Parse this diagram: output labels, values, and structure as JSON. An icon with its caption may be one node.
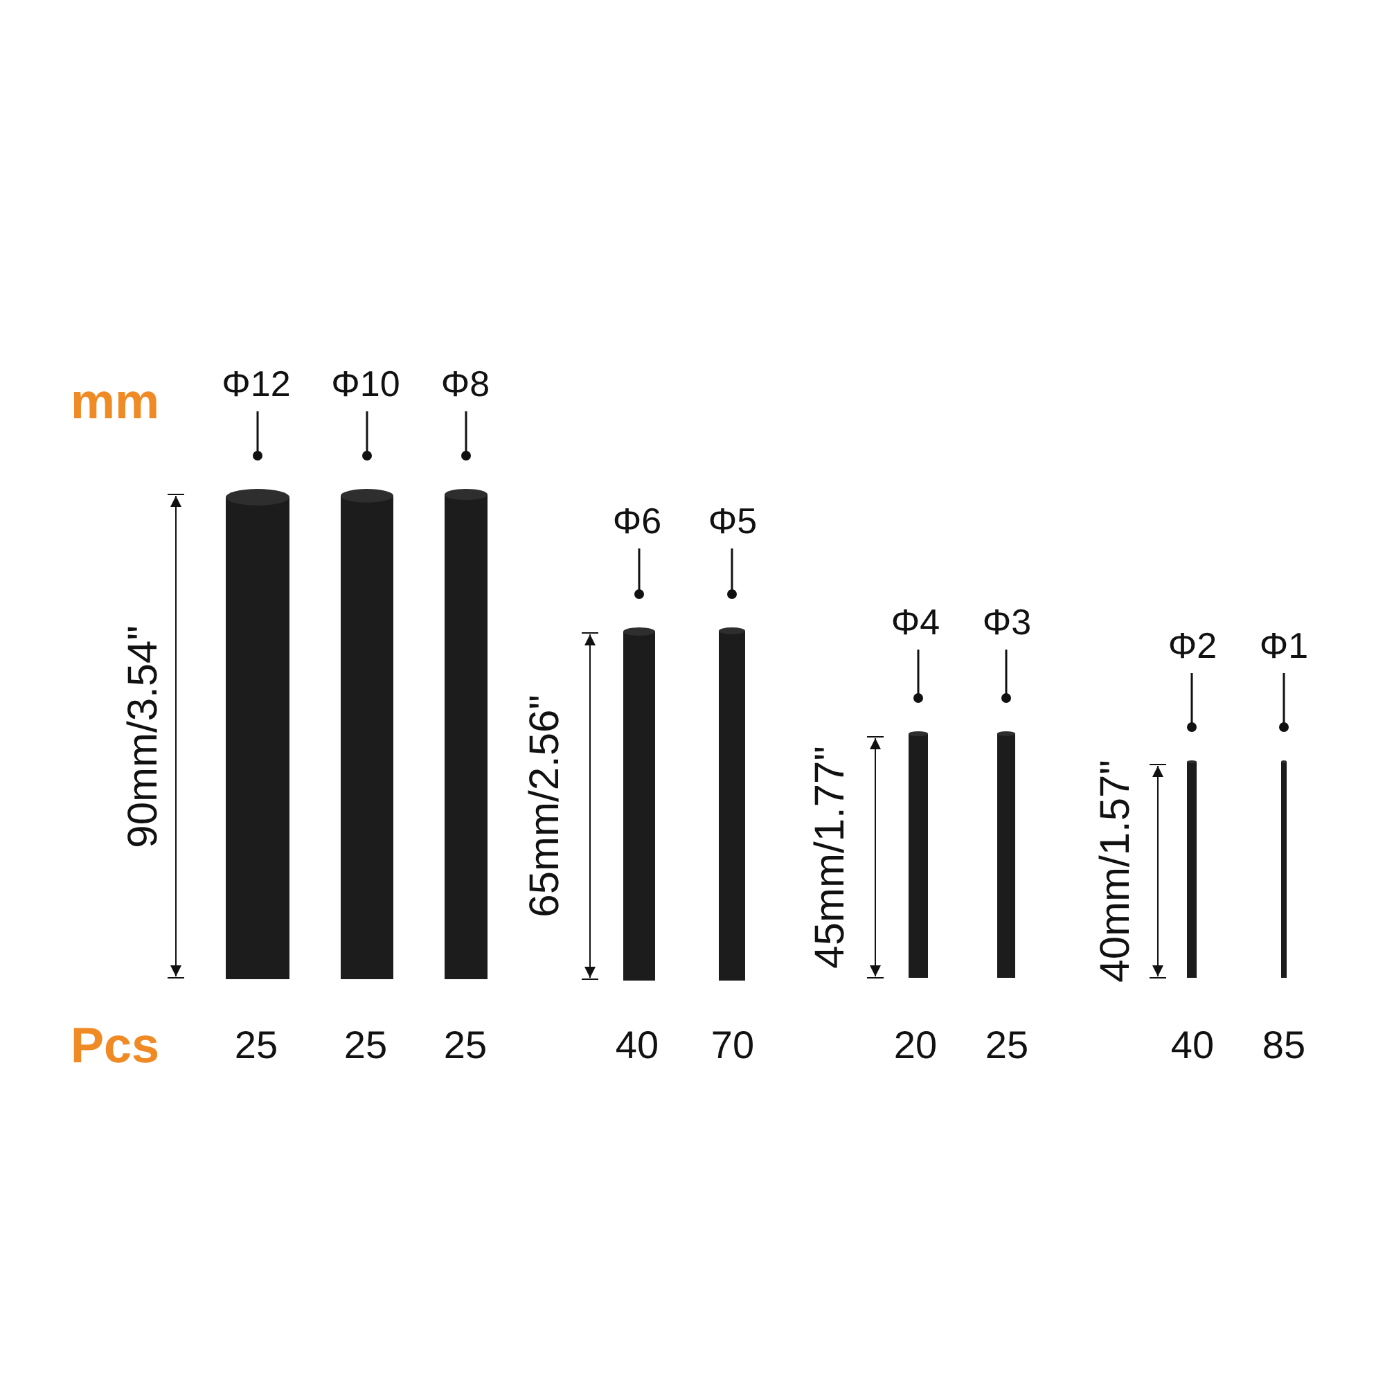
{
  "diagram": {
    "nodes": [
      {
        "text": [
          "Φ12"
        ]
      },
      {
        "text": [
          "Φ10"
        ]
      },
      {
        "text": [
          "Φ8"
        ]
      },
      {
        "text": [
          "Φ6"
        ]
      },
      {
        "text": [
          "Φ5"
        ]
      },
      {
        "text": [
          "Φ4"
        ]
      },
      {
        "text": [
          "Φ3"
        ]
      },
      {
        "text": [
          "Φ2"
        ]
      },
      {
        "text": [
          "Φ1"
        ]
      },
      {
        "text": [],
        "shape": "bar"
      },
      {
        "text": [],
        "shape": "bar"
      },
      {
        "text": [],
        "shape": "bar"
      },
      {
        "text": [],
        "shape": "bar"
      },
      {
        "text": [],
        "shape": "bar"
      },
      {
        "text": [],
        "shape": "bar"
      },
      {
        "text": [],
        "shape": "bar"
      },
      {
        "text": [],
        "shape": "bar"
      },
      {
        "text": [],
        "shape": "bar"
      }
    ],
    "edges": [
      {
        "from": 0,
        "to": 9,
        "arrow": "other"
      },
      {
        "from": 1,
        "to": 10,
        "arrow": "other"
      },
      {
        "from": 2,
        "to": 11,
        "arrow": "other"
      },
      {
        "from": 3,
        "to": 12,
        "arrow": "other"
      },
      {
        "from": 4,
        "to": 13,
        "arrow": "other"
      },
      {
        "from": 5,
        "to": 14,
        "arrow": "other"
      },
      {
        "from": 6,
        "to": 15,
        "arrow": "other"
      },
      {
        "from": 7,
        "to": 16,
        "arrow": "other"
      },
      {
        "from": 8,
        "to": 17,
        "arrow": "other"
      }
    ],
    "labels": [
      "mm",
      "90mm/3.54\"",
      "65mm/2.56\"",
      "45mm/1.77\"",
      "40mm/1.57\"",
      "Pcs",
      "25",
      "25",
      "25",
      "40",
      "70",
      "20",
      "25",
      "40",
      "85"
    ]
  }
}
